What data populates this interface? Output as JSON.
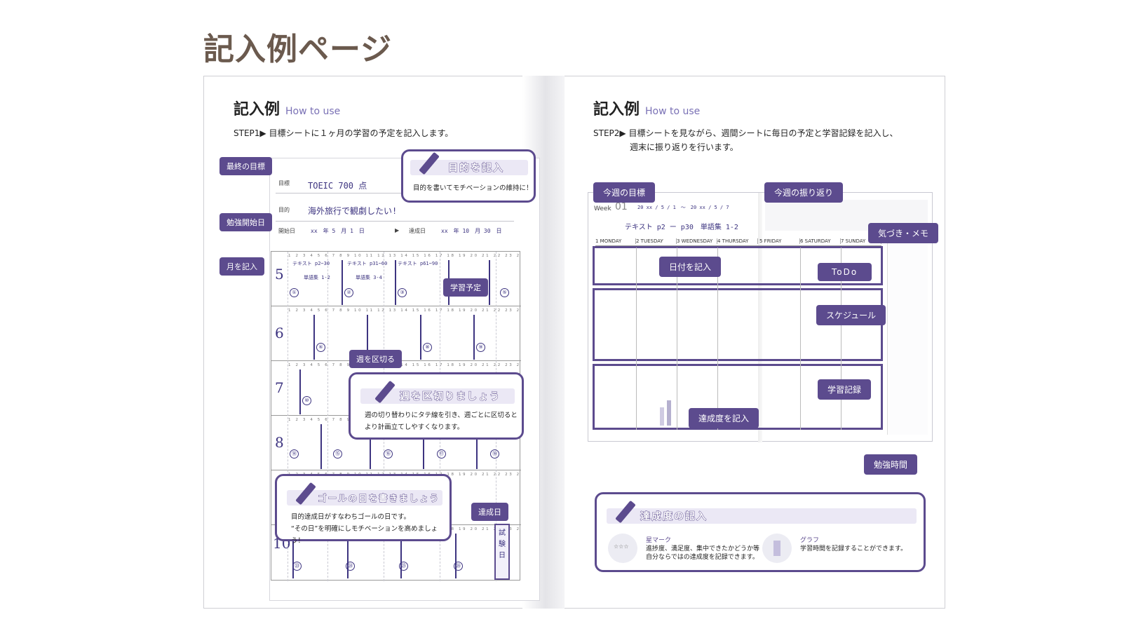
{
  "heading": "記入例ページ",
  "left": {
    "title": "記入例",
    "subtitle": "How to use",
    "step": "STEP1▶ 目標シートに１ヶ月の学習の予定を記入します。",
    "labels": {
      "final_goal": "最終の目標",
      "start_date": "勉強開始日",
      "month": "月を記入",
      "schedule": "学習予定",
      "split_week": "週を区切る",
      "achieve_day": "達成日"
    },
    "goal_label": "目標",
    "goal_value": "TOEIC 700 点",
    "purpose_label": "目的",
    "purpose_value": "海外旅行で観劇したい!",
    "start_label": "開始日",
    "start_value": "xx　年 5　月 1　日",
    "end_label": "達成日",
    "end_value": "xx　年 10　月 30　日",
    "bubble_purpose": {
      "title": "目的を記入",
      "body": "目的を書いてモチベーションの維持に！"
    },
    "bubble_week": {
      "title": "週を区切りましょう",
      "body1": "週の切り替わりにタテ線を引き、週ごとに区切ると",
      "body2": "より計画立てしやすくなります。"
    },
    "bubble_goal": {
      "title": "ゴールの日を書きましょう",
      "body1": "目的達成日がすなわちゴールの日です。",
      "body2": "“その日”を明確にしモチベーションを高めましょう！"
    },
    "months": [
      "5",
      "6",
      "7",
      "8",
      "",
      "10"
    ],
    "day_numbers": "1 2 3 4 5 6 7 8 9 10 11 12 13 14 15 16 17 18 19 20 21 22 23 24 25 26 27 28 29 30 31",
    "plans": [
      "テキスト p2~30",
      "テキスト p31~60",
      "テキスト p61~90",
      "単語集 1-2",
      "単語集 3-4"
    ],
    "weeks": [
      "①",
      "②",
      "③",
      "⑤",
      "⑥",
      "⑧",
      "⑨",
      "⑩",
      "⑭",
      "⑮",
      "⑯",
      "⑰",
      "⑱",
      "㉓",
      "㉔",
      "㉕",
      "㉖"
    ],
    "exam_day": "試験日"
  },
  "right": {
    "title": "記入例",
    "subtitle": "How to use",
    "step1": "STEP2▶ 目標シートを見ながら、週間シートに毎日の予定と学習記録を記入し、",
    "step2": "週末に振り返りを行います。",
    "labels": {
      "weekly_goal": "今週の目標",
      "review": "今週の振り返り",
      "memo": "気づき・メモ",
      "date": "日付を記入",
      "todo": "ToDo",
      "schedule": "スケジュール",
      "record": "学習記録",
      "achievement": "達成度を記入",
      "study_time": "勉強時間"
    },
    "week_label": "Week",
    "week_no": "01",
    "week_range": "20 xx / 5 / 1　～　20 xx / 5 / 7",
    "weekly_goal_hand": "テキスト p2 ー p30　単語集 1-2",
    "days": [
      "1 MONDAY",
      "2 TUESDAY",
      "3 WEDNESDAY",
      "4 THURSDAY",
      "5 FRIDAY",
      "6 SATURDAY",
      "7 SUNDAY"
    ],
    "bubble": {
      "title": "達成度の記入",
      "star_title": "星マーク",
      "star_body1": "進捗度、満足度、集中できたかどうか等",
      "star_body2": "自分ならではの達成度を記録できます。",
      "graph_title": "グラフ",
      "graph_body": "学習時間を記録することができます。",
      "stars": "☆☆☆"
    }
  },
  "colors": {
    "accent": "#5c4b8e",
    "ink": "#3d3480",
    "heading": "#6b5a4e"
  }
}
